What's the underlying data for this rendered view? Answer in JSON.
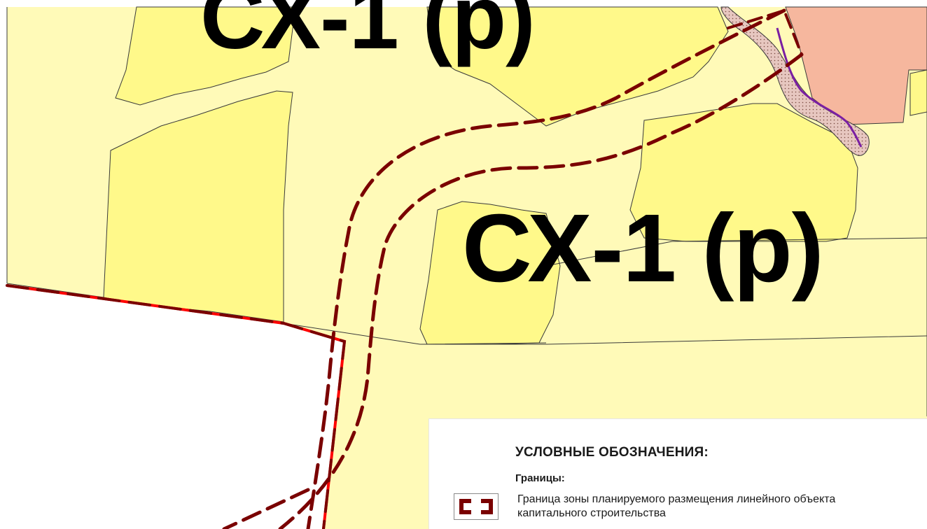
{
  "map": {
    "zone_labels": {
      "top": "СХ-1 (р)",
      "main": "СХ-1 (р)"
    },
    "colors": {
      "zone_background": "#FFFAB8",
      "agricultural_parcel": "#FFF98A",
      "settlement_zone": "#F6B79E",
      "outside_area": "#FFFFFF",
      "parcel_border": "#3A3A3A",
      "planned_zone_border": "#7A0000",
      "municipal_border": "#FF0000",
      "water_line": "#7A1FA2",
      "water_buffer": "#E7C7C0"
    }
  },
  "legend": {
    "title": "УСЛОВНЫЕ ОБОЗНАЧЕНИЯ:",
    "section": "Границы:",
    "entries": [
      {
        "icon": "planned-zone-border-symbol",
        "text_line1": "Граница зоны планируемого размещения линейного объекта",
        "text_line2": "капитального строительства"
      }
    ]
  }
}
